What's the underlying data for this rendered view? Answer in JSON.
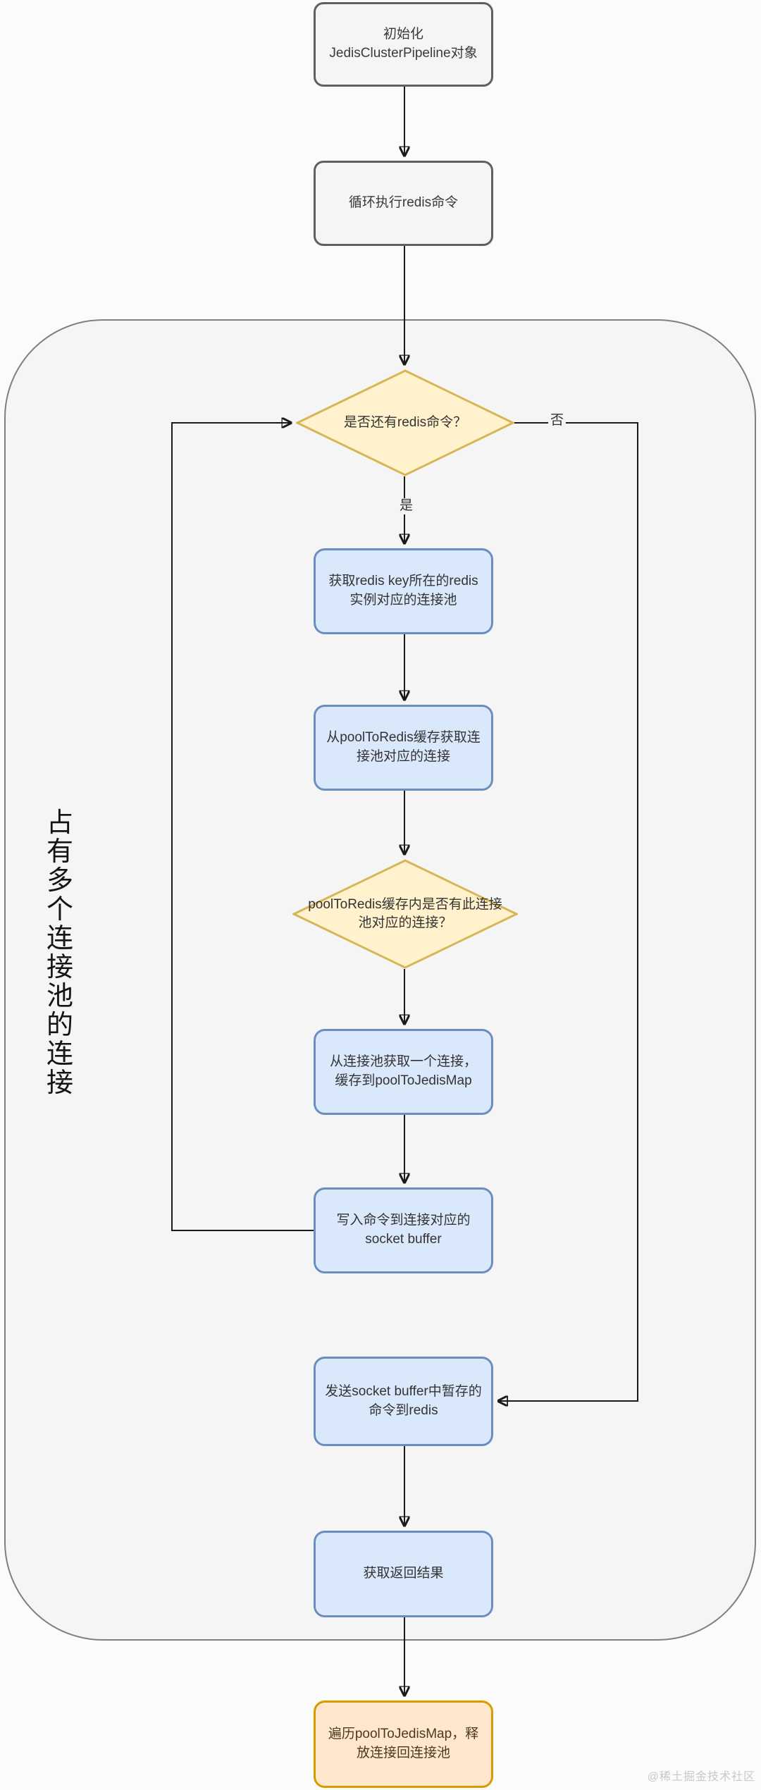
{
  "diagram": {
    "title_hint": "JedisClusterPipeline 执行流程图",
    "nodes": {
      "init": {
        "label": "初始化\nJedisClusterPipeline对象",
        "shape": "rect",
        "color": "gray"
      },
      "loop_exec": {
        "label": "循环执行redis命令",
        "shape": "rect",
        "color": "gray"
      },
      "has_redis_cmd": {
        "label": "是否还有redis命令？",
        "shape": "diamond",
        "color": "yellow"
      },
      "get_pool": {
        "label": "获取redis key所在的redis\n实例对应的连接池",
        "shape": "rect",
        "color": "blue"
      },
      "get_conn_from_cache": {
        "label": "从poolToRedis缓存获取连\n接池对应的连接",
        "shape": "rect",
        "color": "blue"
      },
      "cache_has_conn": {
        "label": "poolToRedis缓存内是否有此连接\n池对应的连接？",
        "shape": "diamond",
        "color": "yellow"
      },
      "get_conn_from_pool": {
        "label": "从连接池获取一个连接，\n缓存到poolToJedisMap",
        "shape": "rect",
        "color": "blue"
      },
      "write_socket_buffer": {
        "label": "写入命令到连接对应的\nsocket buffer",
        "shape": "rect",
        "color": "blue"
      },
      "send_socket_buffer": {
        "label": "发送socket buffer中暂存的\n命令到redis",
        "shape": "rect",
        "color": "blue"
      },
      "get_result": {
        "label": "获取返回结果",
        "shape": "rect",
        "color": "blue"
      },
      "release_conns": {
        "label": "遍历poolToJedisMap，释\n放连接回连接池",
        "shape": "rect",
        "color": "orange"
      }
    },
    "edge_labels": {
      "yes": "是",
      "no": "否"
    },
    "side_label": "占有多个连接池的连接",
    "watermark": "@稀土掘金技术社区",
    "colors": {
      "gray_fill": "#f5f5f5",
      "gray_border": "#5f5f5f",
      "blue_fill": "#dae8fc",
      "blue_border": "#6c8ebf",
      "yellow_fill": "#fff2cc",
      "yellow_border": "#d6b656",
      "orange_fill": "#ffe6cc",
      "orange_border": "#d79b00",
      "container_fill": "#f5f5f5",
      "container_border": "#7f7f7f",
      "line": "#1a1a1a"
    }
  }
}
